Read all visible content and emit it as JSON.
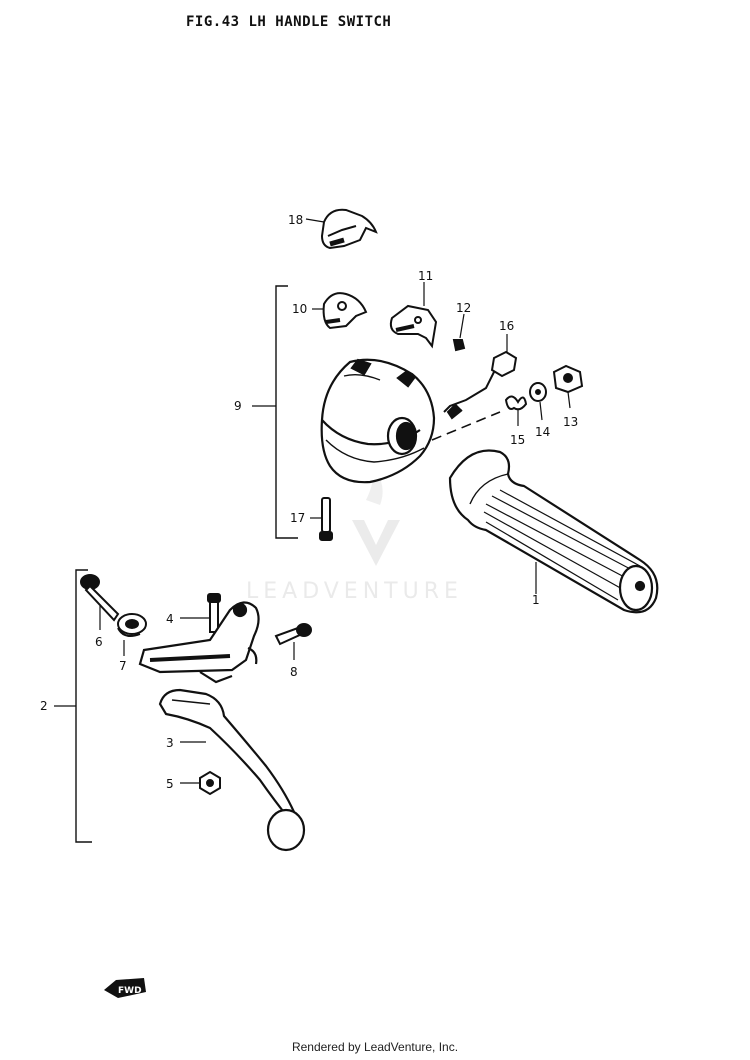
{
  "title": "FIG.43  LH HANDLE SWITCH",
  "footer": "Rendered by LeadVenture, Inc.",
  "watermark": "LEADVENTURE",
  "fwd_label": "FWD",
  "callouts": {
    "c1": "1",
    "c2": "2",
    "c3": "3",
    "c4": "4",
    "c5": "5",
    "c6": "6",
    "c7": "7",
    "c8": "8",
    "c9": "9",
    "c10": "10",
    "c11": "11",
    "c12": "12",
    "c13": "13",
    "c14": "14",
    "c15": "15",
    "c16": "16",
    "c17": "17",
    "c18": "18"
  }
}
